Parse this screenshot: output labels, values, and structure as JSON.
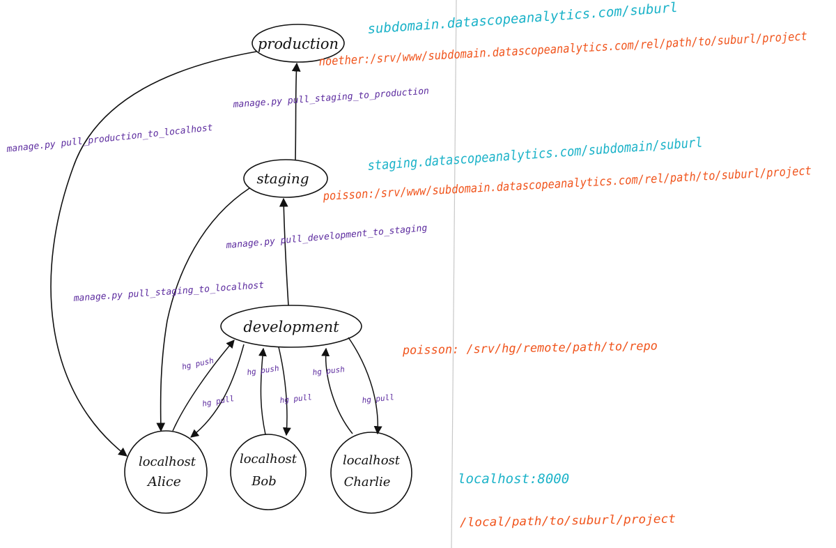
{
  "colors": {
    "marker_black": "#111111",
    "command_purple": "#5b2a9e",
    "url_cyan": "#1ab2c8",
    "path_orange": "#f0541c"
  },
  "nodes": {
    "production": "production",
    "staging": "staging",
    "development": "development",
    "alice_host": "localhost",
    "alice_name": "Alice",
    "bob_host": "localhost",
    "bob_name": "Bob",
    "charlie_host": "localhost",
    "charlie_name": "Charlie"
  },
  "commands": {
    "pull_staging_to_production": "manage.py pull_staging_to_production",
    "pull_production_to_localhost": "manage.py pull_production_to_localhost",
    "pull_development_to_staging": "manage.py pull_development_to_staging",
    "pull_staging_to_localhost": "manage.py pull_staging_to_localhost",
    "hg_push": "hg push",
    "hg_pull": "hg pull"
  },
  "annotations": {
    "production_url": "subdomain.datascopeanalytics.com/suburl",
    "production_path": "noether:/srv/www/subdomain.datascopeanalytics.com/rel/path/to/suburl/project",
    "staging_url": "staging.datascopeanalytics.com/subdomain/suburl",
    "staging_path": "poisson:/srv/www/subdomain.datascopeanalytics.com/rel/path/to/suburl/project",
    "development_path": "poisson: /srv/hg/remote/path/to/repo",
    "localhost_url": "localhost:8000",
    "localhost_path": "/local/path/to/suburl/project"
  }
}
